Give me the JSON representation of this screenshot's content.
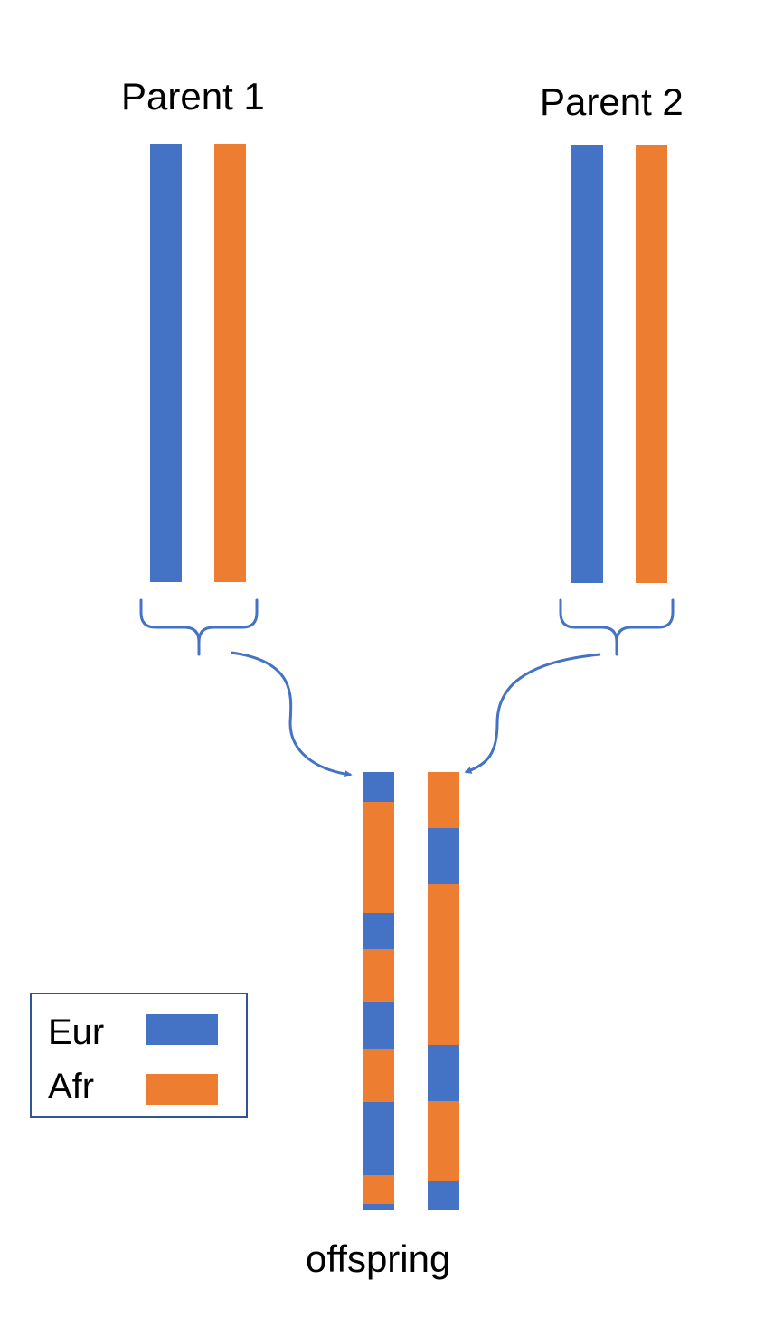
{
  "labels": {
    "parent1": "Parent 1",
    "parent2": "Parent 2",
    "offspring": "offspring"
  },
  "legend": {
    "items": [
      {
        "label": "Eur",
        "color": "#4472C4"
      },
      {
        "label": "Afr",
        "color": "#ED7D31"
      }
    ]
  },
  "colors": {
    "eur": "#4472C4",
    "afr": "#ED7D31",
    "connector": "#4472C4",
    "legend_border": "#2F5597"
  },
  "chromosomes": {
    "parent1": [
      "eur",
      "afr"
    ],
    "parent2": [
      "eur",
      "afr"
    ],
    "offspring_left": [
      "eur",
      "afr",
      "eur",
      "afr",
      "eur",
      "afr",
      "eur",
      "afr",
      "eur"
    ],
    "offspring_right": [
      "afr",
      "eur",
      "afr",
      "eur",
      "afr",
      "eur"
    ]
  }
}
